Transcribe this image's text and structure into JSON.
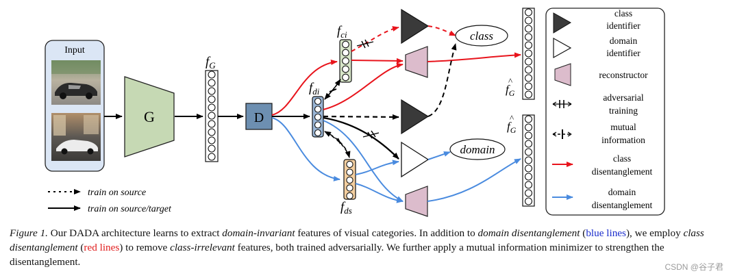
{
  "input": {
    "label": "Input"
  },
  "blocks": {
    "generator": "G",
    "disentangler": "D"
  },
  "features": {
    "fG": "f",
    "fG_sub": "G",
    "fci": "f",
    "fci_sub": "ci",
    "fdi": "f",
    "fdi_sub": "di",
    "fds": "f",
    "fds_sub": "ds",
    "fG_hat_top": "f",
    "fG_hat_top_sub": "G",
    "fG_hat_bottom": "f",
    "fG_hat_bottom_sub": "G"
  },
  "outputs": {
    "class": "class",
    "domain": "domain"
  },
  "legend_train": {
    "source": "train on source",
    "source_target": "train on source/target"
  },
  "legend": {
    "class_identifier": [
      "class",
      "identifier"
    ],
    "domain_identifier": [
      "domain",
      "identifier"
    ],
    "reconstructor": "reconstructor",
    "adversarial": [
      "adversarial",
      "training"
    ],
    "mutual": [
      "mutual",
      "information"
    ],
    "class_dis": [
      "class",
      "disentanglement"
    ],
    "domain_dis": [
      "domain",
      "disentanglement"
    ]
  },
  "colors": {
    "red": "#e8141c",
    "blue": "#4a8bdf",
    "G_fill": "#c6d9b4",
    "D_fill": "#6d8fb1",
    "recon_fill": "#dcbccc",
    "fci_fill": "#d7e6c8",
    "fds_fill": "#f4cfa0",
    "fdi_fill": "#9ab6d6",
    "input_bg": "#dbe6f5"
  },
  "caption": {
    "fig": "Figure 1.",
    "t1": " Our DADA architecture learns to extract ",
    "e1": "domain-invariant",
    "t2": " features of visual categories. In addition to ",
    "e2": "domain disentanglement",
    "t3": " (",
    "blue": "blue lines",
    "t4": "), we employ ",
    "e3": "class disentanglement",
    "t5": " (",
    "red": "red lines",
    "t6": ") to remove ",
    "e4": "class-irrelevant",
    "t7": " features, both trained adversarially. We further apply a mutual information minimizer to strengthen the disentanglement."
  },
  "watermark": "CSDN @谷子君"
}
